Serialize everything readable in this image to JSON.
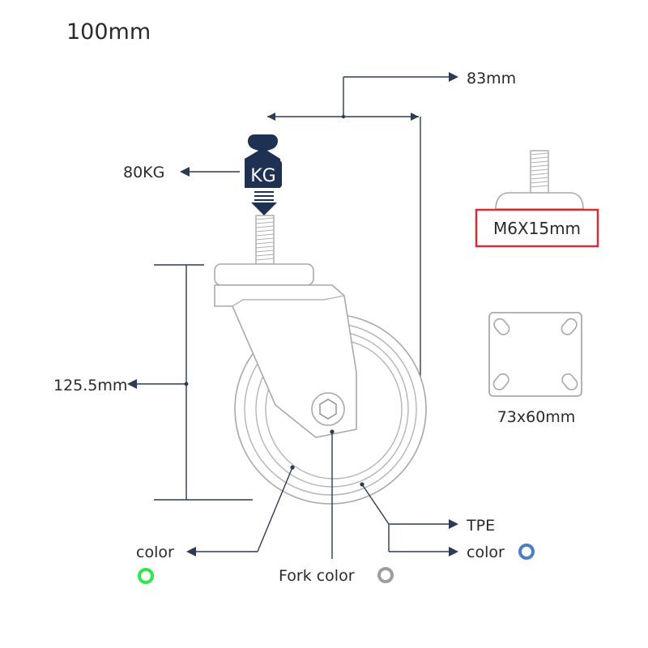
{
  "title": "100mm",
  "dimensions": {
    "width": "83mm",
    "height": "125.5mm",
    "load": "80KG",
    "weight_badge": "KG",
    "thread": "M6X15mm",
    "plate": "73x60mm"
  },
  "materials": {
    "tpe": "TPE",
    "tpe_color": "color",
    "core_color": "color",
    "fork_color": "Fork color"
  },
  "colors": {
    "tpe_dot": "#4a7fc1",
    "core_dot": "#2ee84a",
    "fork_dot": "#9e9e9e",
    "line": "#2b3a55",
    "badge": "#1f3153",
    "highlight_box": "#d62e36"
  },
  "icons": {
    "weight": "weight-icon",
    "thread_stem": "threaded-stem-icon",
    "plate": "mounting-plate-icon"
  }
}
